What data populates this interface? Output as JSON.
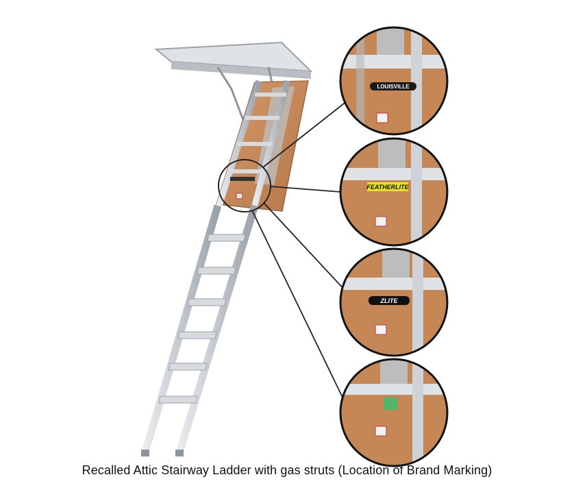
{
  "caption": "Recalled Attic Stairway Ladder with gas struts (Location of Brand Marking)",
  "brand_markings": {
    "first": "LOUISVILLE",
    "second": "FEATHERLITE",
    "third": "ZLITE"
  },
  "colors": {
    "aluminum": "#c9ced3",
    "aluminum_dark": "#8d949b",
    "wood_panel": "#c88a5a",
    "wood_panel_dark": "#a86d42",
    "insulation": "#b9b9b9",
    "callout_line": "#222222",
    "featherlite_badge": "#e8e21f",
    "green_label": "#4fb56a"
  }
}
